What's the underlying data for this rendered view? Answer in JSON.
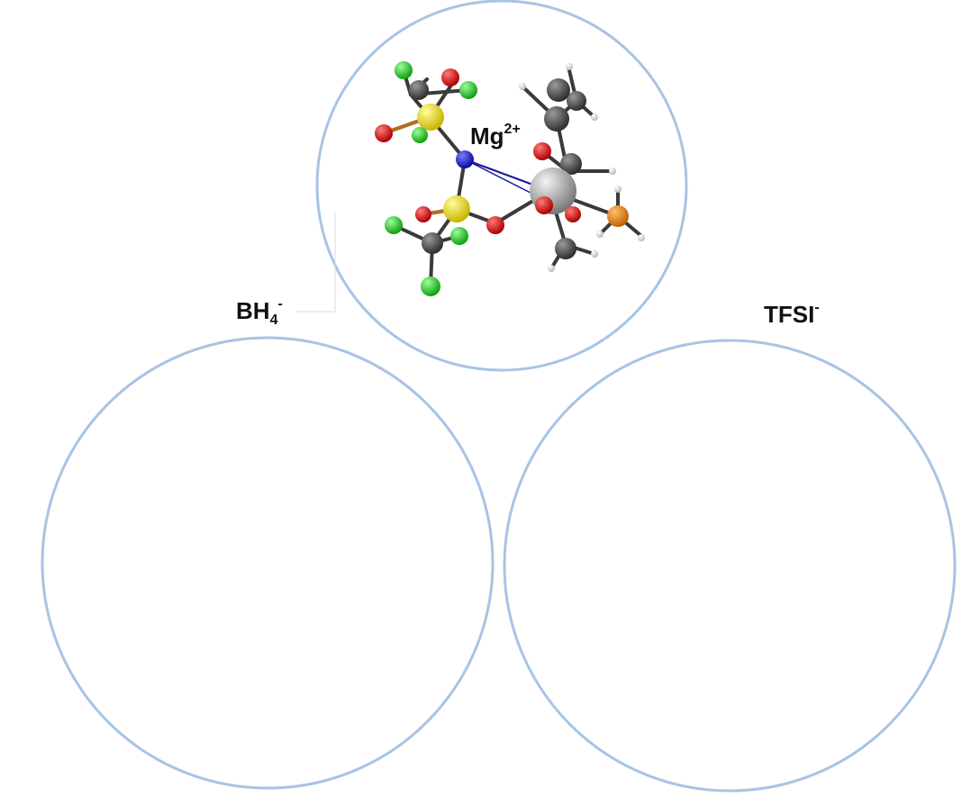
{
  "labels": {
    "mg": {
      "base": "Mg",
      "sup": "2+"
    },
    "bh4": {
      "base": "BH",
      "sub": "4",
      "sup": "-"
    },
    "tfsi": {
      "base": "TFSI",
      "sup": "-"
    }
  },
  "colors": {
    "circle_outline": "#a8c4e4",
    "exchange_arrow": "#29a9e8",
    "carbon": "#4a4a4a",
    "hydrogen": "#f2f2f2",
    "oxygen": "#e01010",
    "nitrogen": "#1818d8",
    "sulfur": "#f0e012",
    "fluorine": "#22cc22",
    "boron": "#f08c10",
    "magnesium": "#b8b8b8",
    "bond_dark": "#3a3a3a",
    "bond_red": "#a01818"
  },
  "icons": [
    "exchange-arrows-icon",
    "exchange-arrows-icon"
  ]
}
